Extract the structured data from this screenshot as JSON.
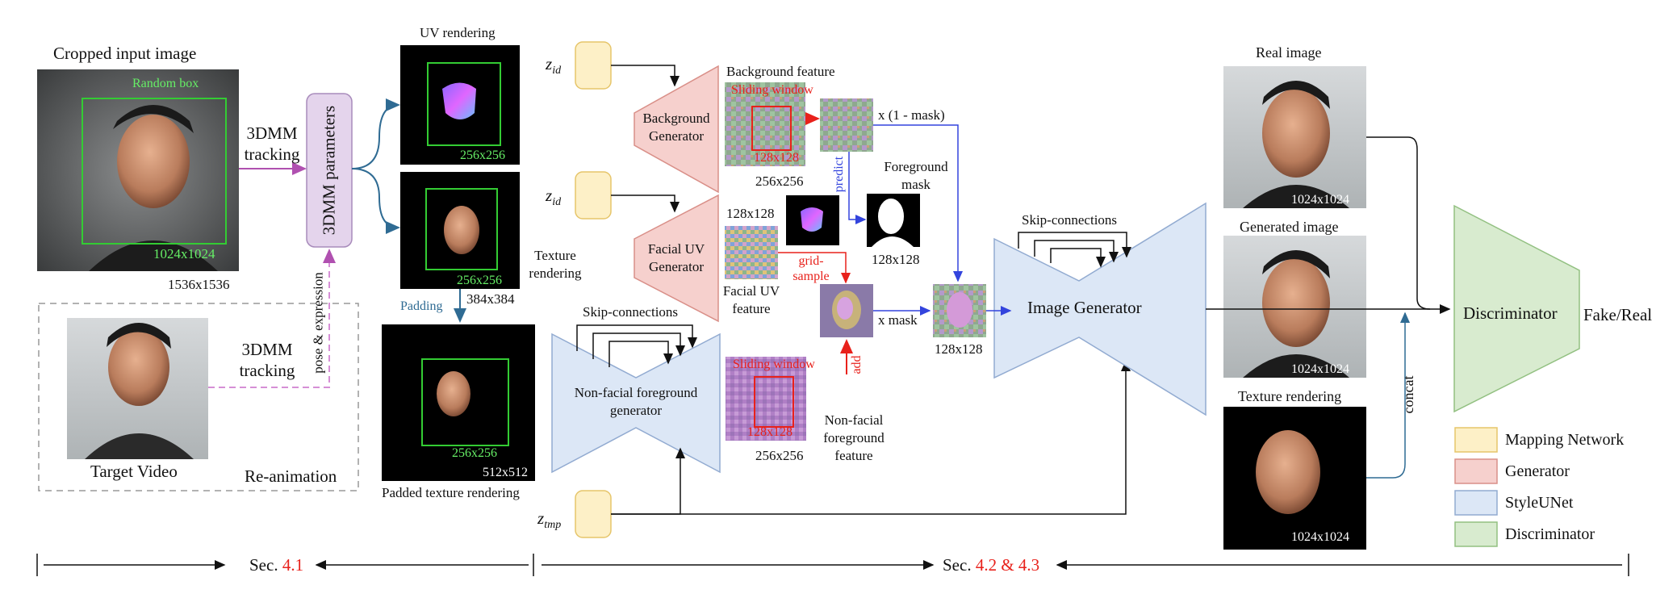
{
  "labels": {
    "cropped_input": "Cropped input image",
    "random_box": "Random box",
    "size_1024": "1024x1024",
    "size_1536": "1536x1536",
    "tracking_3dmm_a": "3DMM",
    "tracking_3dmm_b": "tracking",
    "params_3dmm": "3DMM parameters",
    "pose_expression": "pose & expression",
    "target_video": "Target Video",
    "reanimation": "Re-animation",
    "uv_rendering": "UV rendering",
    "size_256": "256x256",
    "texture_rendering_a": "Texture",
    "texture_rendering_b": "rendering",
    "size_384": "384x384",
    "padding": "Padding",
    "size_512": "512x512",
    "padded_texture": "Padded texture rendering",
    "z_id": "z",
    "z_id_sub": "id",
    "z_tmp": "z",
    "z_tmp_sub": "tmp",
    "background_generator_a": "Background",
    "background_generator_b": "Generator",
    "background_feature": "Background feature",
    "sliding_window": "Sliding window",
    "size_128": "128x128",
    "one_minus_mask": "x (1 - mask)",
    "predict": "predict",
    "foreground_mask_a": "Foreground",
    "foreground_mask_b": "mask",
    "facial_uv_generator_a": "Facial UV",
    "facial_uv_generator_b": "Generator",
    "facial_uv_feature_a": "Facial UV",
    "facial_uv_feature_b": "feature",
    "grid_sample_a": "grid-",
    "grid_sample_b": "sample",
    "x_mask": "x mask",
    "add": "add",
    "skip_connections": "Skip-connections",
    "nonfacial_gen_a": "Non-facial foreground",
    "nonfacial_gen_b": "generator",
    "nonfacial_feat_a": "Non-facial",
    "nonfacial_feat_b": "foreground",
    "nonfacial_feat_c": "feature",
    "image_generator": "Image Generator",
    "real_image": "Real image",
    "generated_image": "Generated image",
    "texture_rendering": "Texture rendering",
    "concat": "concat",
    "discriminator": "Discriminator",
    "fake_real": "Fake/Real",
    "sec_41_prefix": "Sec. ",
    "sec_41_num": "4.1",
    "sec_42_prefix": "Sec. ",
    "sec_42_num": "4.2 & 4.3"
  },
  "legend": [
    {
      "label": "Mapping Network",
      "fill": "#fdf0c7",
      "stroke": "#e6c56a"
    },
    {
      "label": "Generator",
      "fill": "#f6d0cd",
      "stroke": "#d98f88"
    },
    {
      "label": "StyleUNet",
      "fill": "#dce7f6",
      "stroke": "#92abd1"
    },
    {
      "label": "Discriminator",
      "fill": "#d8ebcf",
      "stroke": "#92c081"
    }
  ],
  "colors": {
    "green_box": "#33cc33",
    "red_accent": "#e8211b",
    "blue_arrow": "#3344dd",
    "teal_arrow": "#2f6b93",
    "purple_arrow": "#b050b0",
    "dashed_pink": "#d68fd6"
  }
}
